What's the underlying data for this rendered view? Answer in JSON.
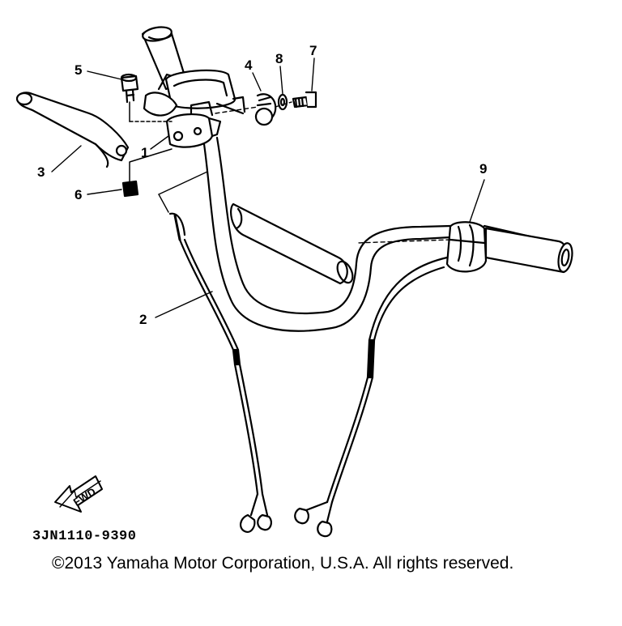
{
  "parts": [
    {
      "id": "1",
      "label": "1"
    },
    {
      "id": "2",
      "label": "2"
    },
    {
      "id": "3",
      "label": "3"
    },
    {
      "id": "4",
      "label": "4"
    },
    {
      "id": "5",
      "label": "5"
    },
    {
      "id": "6",
      "label": "6"
    },
    {
      "id": "7",
      "label": "7"
    },
    {
      "id": "8",
      "label": "8"
    },
    {
      "id": "9",
      "label": "9"
    }
  ],
  "direction_label": "FWD",
  "diagram_code": "3JN1110-9390",
  "copyright": "©2013 Yamaha Motor Corporation, U.S.A. All rights reserved."
}
